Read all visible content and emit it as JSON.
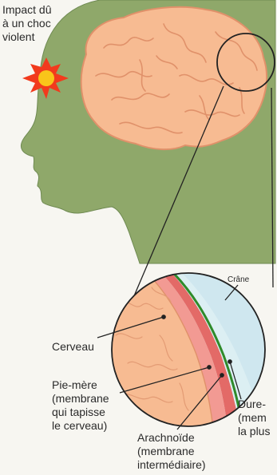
{
  "labels": {
    "impact": "Impact dû\nà un choc\nviolent",
    "crane": "Crâne",
    "cerveau": "Cerveau",
    "pie_mere": "Pie-mère\n(membrane\nqui tapisse\nle cerveau)",
    "arachnoide": "Arachnoïde\n(membrane\nintermédiaire)",
    "dure_mere": "Dure-\n(mem\nla plus"
  },
  "colors": {
    "background": "#f7f6f1",
    "head": "#8fa86a",
    "brain": "#f7bb92",
    "brain_outline": "#e0916a",
    "impact_star": "#f23a1d",
    "impact_core": "#f9c51a",
    "pie_mere_layer": "#e36a67",
    "skull_layer": "#d7ecf2",
    "dura_line": "#2f8a2a"
  }
}
